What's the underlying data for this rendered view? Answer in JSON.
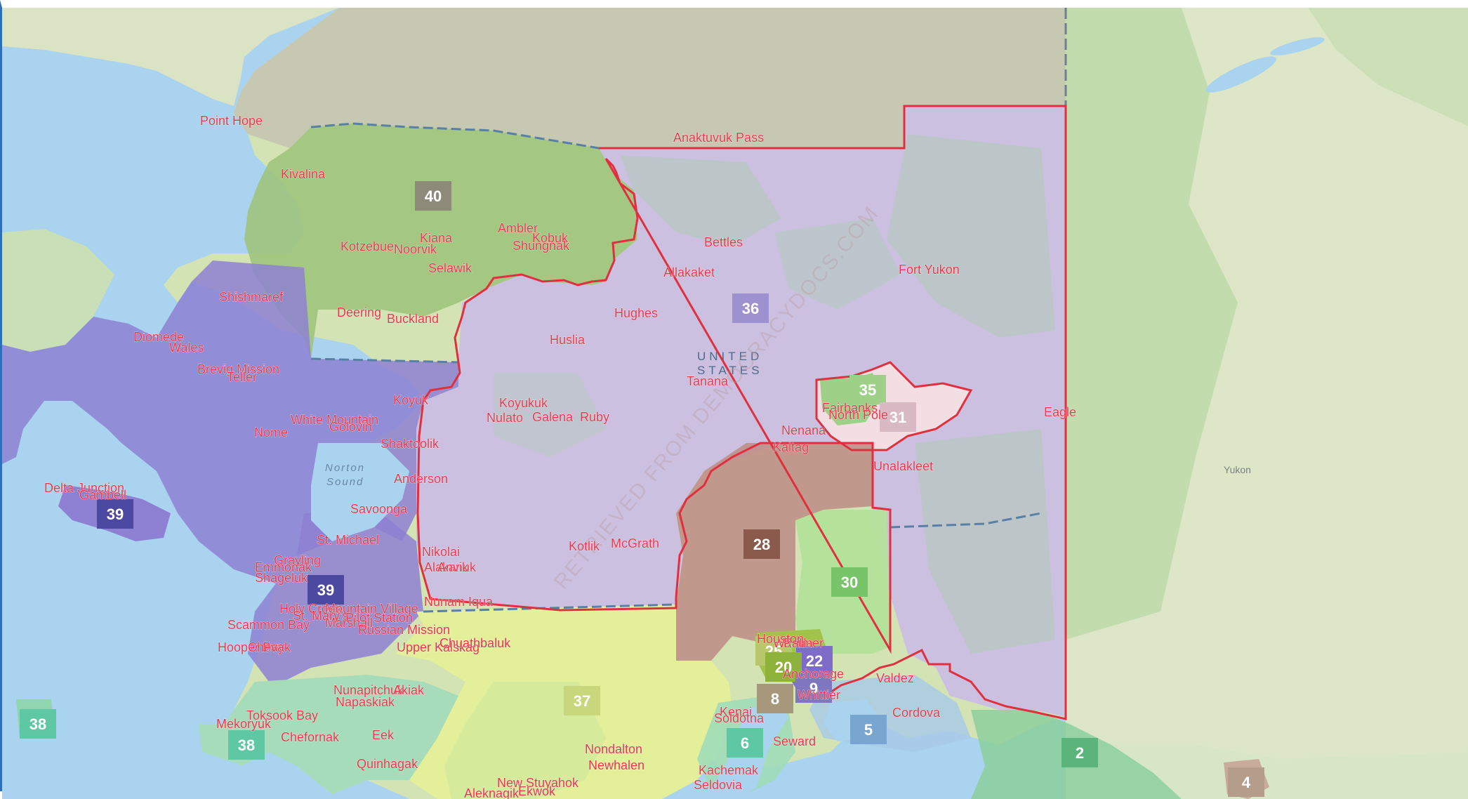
{
  "map": {
    "watermark": "RETRIEVED FROM DEMOCRACYDOCS.COM",
    "country_label_1": "UNITED",
    "country_label_2": "STATES",
    "region_label": "Yukon",
    "water_label_1": "Norton",
    "water_label_2": "Sound",
    "colors": {
      "ocean": "#a9d3ee",
      "land": "#dfe6c8",
      "outline": "#e0303f",
      "district_36": "#cbb8e6",
      "district_40": "#9fc27a",
      "district_39": "#8e7bd0",
      "district_28": "#b48a80",
      "district_30": "#a6de8e",
      "district_37": "#e4ef9a",
      "district_38": "#8fd6b0"
    }
  },
  "places": [
    {
      "name": "Point Hope"
    },
    {
      "name": "Kivalina"
    },
    {
      "name": "Anaktuvuk Pass"
    },
    {
      "name": "Kiana"
    },
    {
      "name": "Kotzebue"
    },
    {
      "name": "Noorvik"
    },
    {
      "name": "Ambler"
    },
    {
      "name": "Kobuk"
    },
    {
      "name": "Shungnak"
    },
    {
      "name": "Selawik"
    },
    {
      "name": "Bettles"
    },
    {
      "name": "Allakaket"
    },
    {
      "name": "Fort Yukon"
    },
    {
      "name": "Shishmaref"
    },
    {
      "name": "Deering"
    },
    {
      "name": "Buckland"
    },
    {
      "name": "Hughes"
    },
    {
      "name": "Diomede"
    },
    {
      "name": "Wales"
    },
    {
      "name": "Huslia"
    },
    {
      "name": "Brevig Mission"
    },
    {
      "name": "Teller"
    },
    {
      "name": "Tanana"
    },
    {
      "name": "Koyuk"
    },
    {
      "name": "Koyukuk"
    },
    {
      "name": "Fairbanks"
    },
    {
      "name": "North Pole"
    },
    {
      "name": "White Mountain"
    },
    {
      "name": "Golovin"
    },
    {
      "name": "Nulato"
    },
    {
      "name": "Galena"
    },
    {
      "name": "Ruby"
    },
    {
      "name": "Eagle"
    },
    {
      "name": "Nome"
    },
    {
      "name": "Shaktoolik"
    },
    {
      "name": "Nenana"
    },
    {
      "name": "Kaltag"
    },
    {
      "name": "Anderson"
    },
    {
      "name": "Unalakleet"
    },
    {
      "name": "Delta Junction"
    },
    {
      "name": "Gambell"
    },
    {
      "name": "Savoonga"
    },
    {
      "name": "St. Michael"
    },
    {
      "name": "Kotlik"
    },
    {
      "name": "McGrath"
    },
    {
      "name": "Nikolai"
    },
    {
      "name": "Grayling"
    },
    {
      "name": "Emmonak"
    },
    {
      "name": "Alakanuk"
    },
    {
      "name": "Anvik"
    },
    {
      "name": "Shageluk"
    },
    {
      "name": "Nunam Iqua"
    },
    {
      "name": "Holy Cross"
    },
    {
      "name": "Mountain Village"
    },
    {
      "name": "St. Mary's"
    },
    {
      "name": "Pilot Station"
    },
    {
      "name": "Marshall"
    },
    {
      "name": "Scammon Bay"
    },
    {
      "name": "Russian Mission"
    },
    {
      "name": "Hooper Bay"
    },
    {
      "name": "Chevak"
    },
    {
      "name": "Upper Kalskag"
    },
    {
      "name": "Chuathbaluk"
    },
    {
      "name": "Wasilla"
    },
    {
      "name": "Palmer"
    },
    {
      "name": "Houston"
    },
    {
      "name": "Anchorage"
    },
    {
      "name": "Valdez"
    },
    {
      "name": "Nunapitchuk"
    },
    {
      "name": "Akiak"
    },
    {
      "name": "Napaskiak"
    },
    {
      "name": "Whittier"
    },
    {
      "name": "Toksook Bay"
    },
    {
      "name": "Kenai"
    },
    {
      "name": "Soldotna"
    },
    {
      "name": "Cordova"
    },
    {
      "name": "Mekoryuk"
    },
    {
      "name": "Eek"
    },
    {
      "name": "Seward"
    },
    {
      "name": "Chefornak"
    },
    {
      "name": "Nondalton"
    },
    {
      "name": "Newhalen"
    },
    {
      "name": "Quinhagak"
    },
    {
      "name": "Kachemak"
    },
    {
      "name": "Seldovia"
    },
    {
      "name": "New Stuyahok"
    },
    {
      "name": "Aleknagik"
    },
    {
      "name": "Ekwok"
    }
  ],
  "districts": [
    {
      "label": "40",
      "color": "#8d8a7a"
    },
    {
      "label": "36",
      "color": "#9d91cf"
    },
    {
      "label": "35",
      "color": "#9fd088"
    },
    {
      "label": "31",
      "color": "#d9b9c4"
    },
    {
      "label": "39",
      "color": "#4c4aa0"
    },
    {
      "label": "39",
      "color": "#4c4aa0"
    },
    {
      "label": "28",
      "color": "#8a5a4c"
    },
    {
      "label": "30",
      "color": "#78c468"
    },
    {
      "label": "25",
      "color": "#b7c86b"
    },
    {
      "label": "22",
      "color": "#7f6cc8"
    },
    {
      "label": "20",
      "color": "#8fb23a"
    },
    {
      "label": "9",
      "color": "#7e77c0"
    },
    {
      "label": "8",
      "color": "#a7987c"
    },
    {
      "label": "37",
      "color": "#c8d67c"
    },
    {
      "label": "38",
      "color": "#5ec7a4"
    },
    {
      "label": "38",
      "color": "#5ec7a4"
    },
    {
      "label": "6",
      "color": "#5ec7a4"
    },
    {
      "label": "5",
      "color": "#78a6d0"
    },
    {
      "label": "2",
      "color": "#5bb57a"
    },
    {
      "label": "4",
      "color": "#b59d8c"
    }
  ]
}
